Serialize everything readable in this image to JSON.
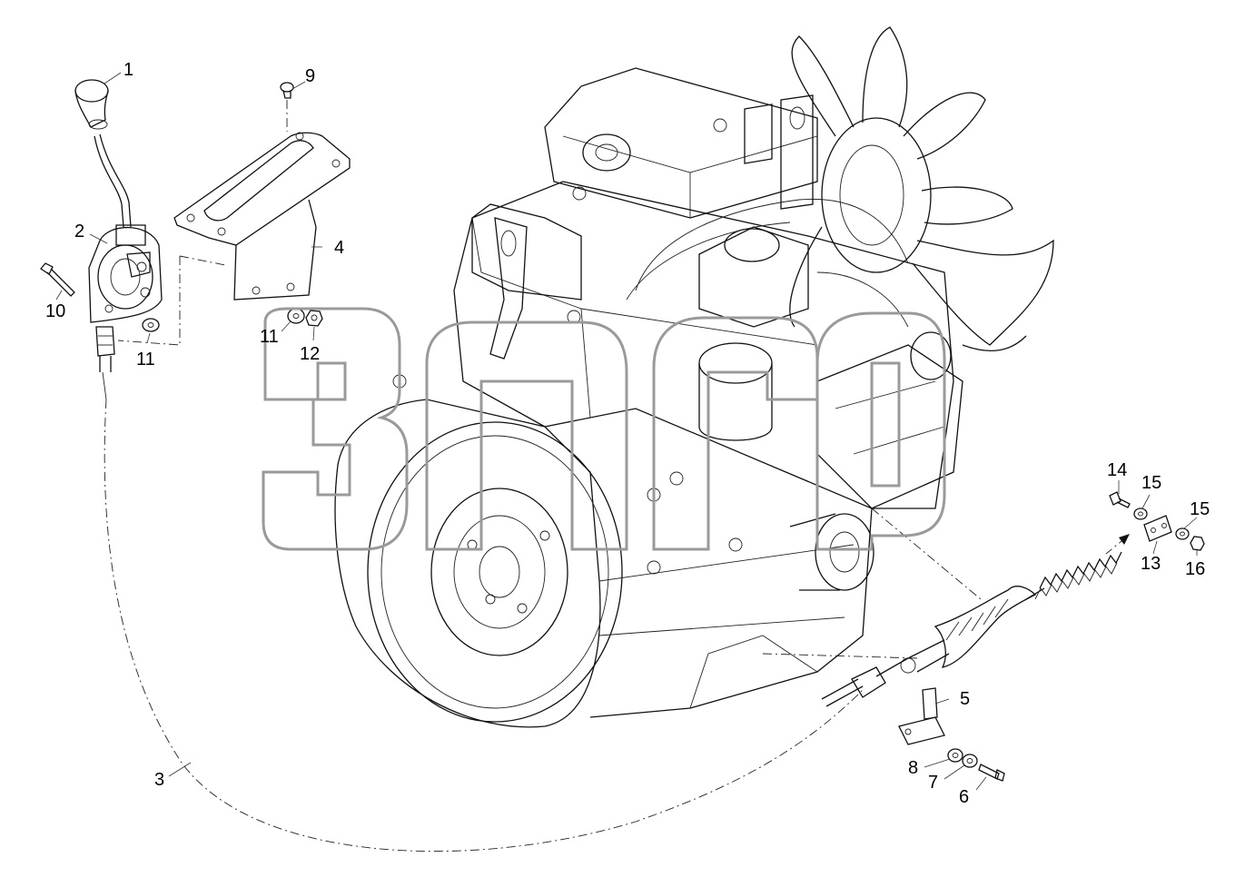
{
  "corner_mark": "",
  "watermark": {
    "text": "зпгр",
    "color": "#9a9a9a"
  },
  "parts": [
    {
      "id": "1",
      "label": "1",
      "name": "knob"
    },
    {
      "id": "2",
      "label": "2",
      "name": "throttle-lever"
    },
    {
      "id": "3",
      "label": "3",
      "name": "throttle-cable"
    },
    {
      "id": "4",
      "label": "4",
      "name": "mounting-bracket"
    },
    {
      "id": "5",
      "label": "5",
      "name": "cable-clamp"
    },
    {
      "id": "6",
      "label": "6",
      "name": "bolt"
    },
    {
      "id": "7",
      "label": "7",
      "name": "washer"
    },
    {
      "id": "8",
      "label": "8",
      "name": "washer"
    },
    {
      "id": "9",
      "label": "9",
      "name": "screw"
    },
    {
      "id": "10",
      "label": "10",
      "name": "bolt"
    },
    {
      "id": "11a",
      "label": "11",
      "name": "washer"
    },
    {
      "id": "11b",
      "label": "11",
      "name": "washer"
    },
    {
      "id": "12",
      "label": "12",
      "name": "nut"
    },
    {
      "id": "13",
      "label": "13",
      "name": "link-plate"
    },
    {
      "id": "14",
      "label": "14",
      "name": "bolt"
    },
    {
      "id": "15a",
      "label": "15",
      "name": "washer"
    },
    {
      "id": "15b",
      "label": "15",
      "name": "washer"
    },
    {
      "id": "16",
      "label": "16",
      "name": "nut"
    }
  ]
}
